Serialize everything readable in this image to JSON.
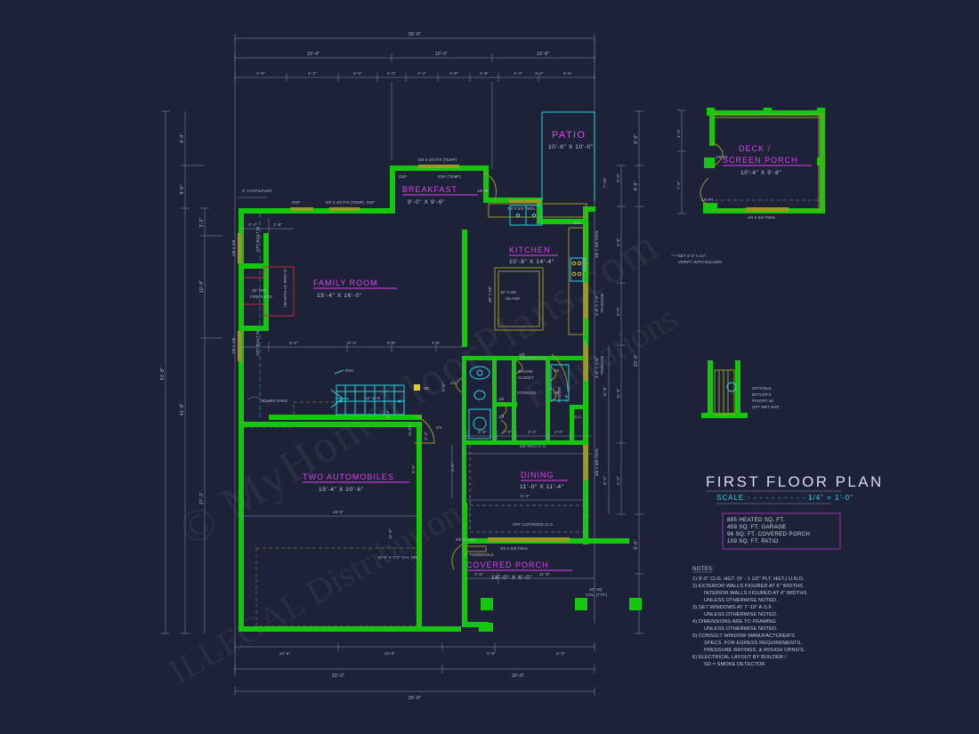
{
  "sheet": {
    "title": "FIRST FLOOR PLAN",
    "scale_label": "SCALE:",
    "scale_dots": "- - - - - - - - - - -",
    "scale_value": "1/4\" = 1'-0\"",
    "bg_color": "#1e2238",
    "wall_color": "#16c60c",
    "room_label_color": "#e040f0",
    "dim_color": "#b9b9cf",
    "accent_cyan": "#1fd7e0"
  },
  "watermarks": [
    "© MyHomeFloorPlans.com",
    "ILLEGAL Distribution",
    "Estimations"
  ],
  "area_schedule": [
    "885 HEATED SQ. FT.",
    "459 SQ. FT. GARAGE",
    "96 SQ. FT. COVERED PORCH",
    "109 SQ. FT. PATIO"
  ],
  "notes": {
    "heading": "NOTES:",
    "items": [
      "1) 9'-0\"  CLG. HGT. (9' - 1 1/2\" PLT. HGT.) U.N.O.",
      "2) EXTERIOR WALLS FIGURED AT 6\" WIDTHS",
      "INTERIOR WALLS FIGURED AT 4\" WIDTHS",
      "UNLESS OTHERWISE NOTED.",
      "3) SET WINDOWS AT 7'-10\" A.S.F.",
      "UNLESS OTHERWISE NOTED.",
      "4) DIMENSIONS ARE TO FRAMING",
      "UNLESS OTHERWISE NOTED.",
      "5) CONSULT WINDOW MANUFACTURER'S",
      "SPECS. FOR EGRESS REQUIREMENTS,",
      "PRESSURE RATINGS, & ROUGH OPNG'S.",
      "6) ELECTRICAL LAYOUT BY BUILDER /",
      "SD = SMOKE DETECTOR"
    ]
  },
  "rooms": [
    {
      "name": "PATIO",
      "dims": "10'-8\" X 10'-0\""
    },
    {
      "name": "BREAKFAST",
      "dims": "9'-0\" X 9'-6\""
    },
    {
      "name": "KITCHEN",
      "dims": "10'-8\" X 14'-4\""
    },
    {
      "name": "FAMILY ROOM",
      "dims": "15'-4\" X 16'-0\""
    },
    {
      "name": "TWO AUTOMOBILES",
      "dims": "19'-4\" X 20'-6\""
    },
    {
      "name": "DINING",
      "dims": "11'-0\" X 11'-4\""
    },
    {
      "name": "COVERED PORCH",
      "dims": "16'-0\" X 6'-0\""
    },
    {
      "name": "DECK /",
      "dims": ""
    },
    {
      "name": "SCREEN PORCH",
      "dims": "10'-4\" X 9'-8\""
    }
  ],
  "small_labels": {
    "broom_closet_1": "BROOM",
    "broom_closet_2": "CLOSET",
    "storage": "STORAGE",
    "pantry": "PANTRY",
    "pantry_dim": "4'-6\"",
    "dc": "D.C.",
    "island": "48\" X 66\"",
    "island2": "ISLAND",
    "range": "RANGE",
    "ref": "REF.",
    "dw": "DW",
    "fireplace_1": "36\" DIR.",
    "fireplace_2": "FIREPLACE",
    "hearth": "HEARTH AS SPEC'D",
    "opt_built_in": "OPT BUILT IN",
    "stairs_rake": "STAIRS RAKE",
    "rail": "RAIL",
    "treads": "12\" 14 R",
    "closet": "CLOS.",
    "sd": "SD",
    "opt_coffered": "OPT COFFERED CLG.",
    "cantilever": "2\" CANTILEVER",
    "oh_door": "16'-0\" X 7'-0\" O.H. DR.",
    "col_typ_1": "10\" SQ.",
    "col_typ_2": "COL. (TYP.)",
    "transom_1": "3'-0\" X 1'-6\"",
    "transom_2": "TRANSOM",
    "threshold": "2\" THRESHOLD",
    "set_wdw_1": "*SET 4'-4\" A.S.F.",
    "set_wdw_2": "VERIFY WITH BUILDER",
    "butler_1": "OPTIONAL",
    "butler_2": "BUTLER'S",
    "butler_3": "PANTRY W/",
    "butler_4": "OPT WET BAR"
  },
  "door_tags": [
    "2/8 ARCH C.O.",
    "2/8 ARCH C.O.",
    "1/8",
    "1/8",
    "2/0",
    "2/0",
    "2/0",
    "2/0",
    "2/0",
    "2/4",
    "1/6 FR",
    "1/6 FR",
    "1/6 SC",
    "3/0 GLASS",
    "3/0 X 6/8 TWIN",
    "3/0 X 6/8 TWIN",
    "3/0 X 6/8 TWIN",
    "4/0 X 6/8 TWIN",
    "2/8 X 2/8",
    "2/8 X 2/8",
    "DSP",
    "DSP",
    "DSP (TEMP)",
    "DSP",
    "5/0 X 4/0 FIX (TEMP)",
    "3'-0\" X 6'-8\""
  ],
  "dimensions": {
    "top_overall": "36'-0\"",
    "top_second": [
      "15'-4\"",
      "10'-0\"",
      "10'-8\""
    ],
    "top_third": [
      "4'-9\"",
      "4'-2\"",
      "4'-2\"",
      "2'-3\"",
      "2'-4\"",
      "2'-8\"",
      "2'-8\"",
      "2'-4\"",
      "4'-2\"",
      "6'-6\""
    ],
    "bottom_overall": "36'-0\"",
    "bottom_second": [
      "20'-0\"",
      "16'-0\""
    ],
    "bottom_third": [
      "10'-0\"",
      "10'-0\"",
      "5'-8\"",
      "5'-3\""
    ],
    "left_overall": "51'-8\"",
    "left_second": [
      "41'-8\""
    ],
    "left_inner": [
      "6'-0\"",
      "4'-0\"",
      "3'-3\"",
      "10'-4\"",
      "27'-3\""
    ],
    "right_outer": [
      "6'-0\"",
      "4'-0\"",
      "33'-0\"",
      "6'-0\"",
      "7'-0\""
    ],
    "right_inner": [
      "3'-3\"",
      "7'-10\"",
      "4'-6\"",
      "6'-0\"",
      "11'-6\"",
      "6'-3\"",
      "10'-8\"",
      "17'-0\""
    ],
    "interior": [
      "2'-4\"",
      "1'-8\"",
      "5'-8\"",
      "5'-0\"",
      "8'-8\"",
      "4'-3\"",
      "6'-9\"",
      "4'-0\"",
      "11'-0\"",
      "3'-0\"",
      "2'-4\"",
      "4'-5\"",
      "19'-4\"",
      "11'-0\"",
      "5'-4\"",
      "2'-8\"",
      "7'-0\"",
      "3'-4\"",
      "2'-0\"",
      "6'-8\"",
      "4'-5\"",
      "11'-3\"",
      "6'-8\""
    ],
    "deck": [
      "4'-4\"",
      "7'-0\""
    ]
  }
}
